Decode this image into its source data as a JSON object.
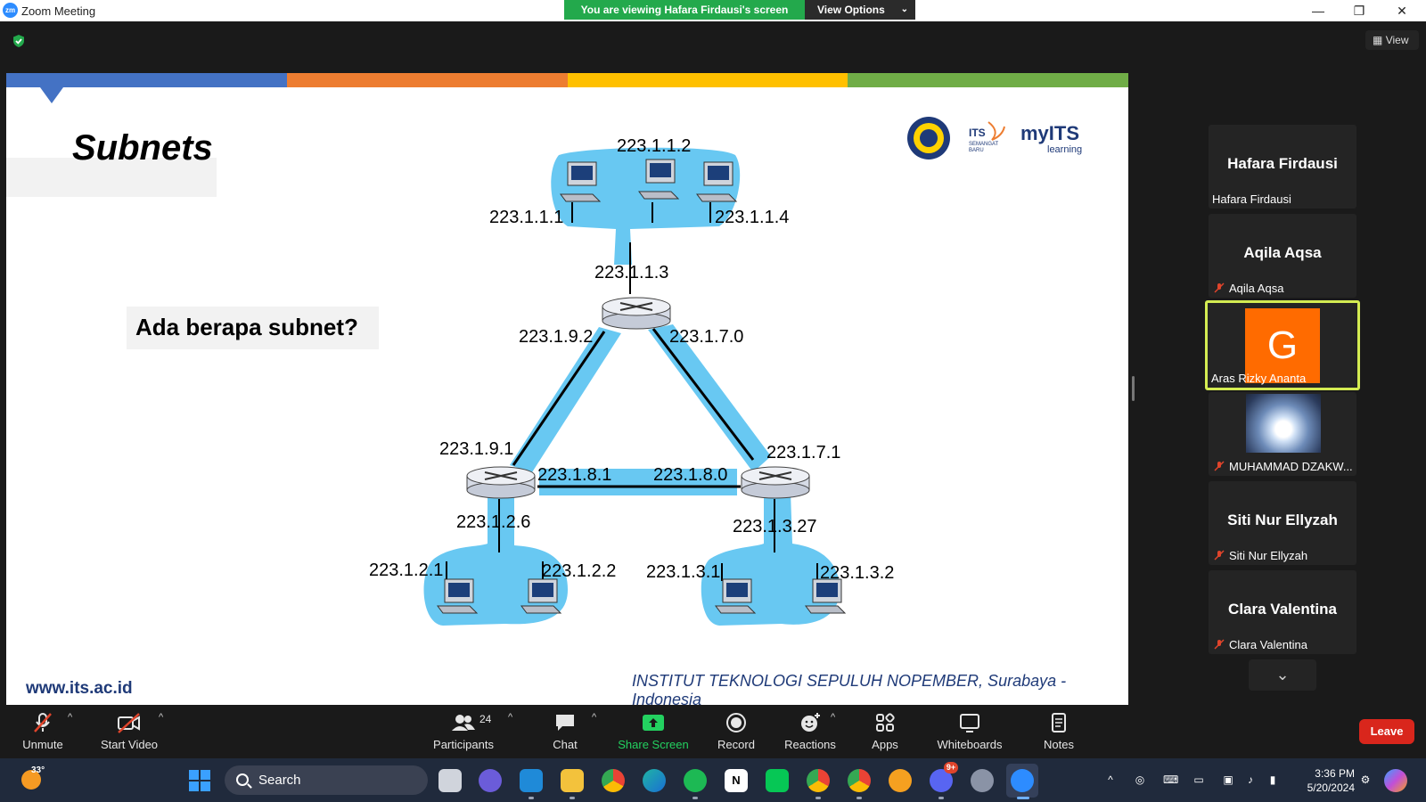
{
  "window": {
    "title": "Zoom Meeting",
    "app_icon": "zm",
    "controls": {
      "minimize": "—",
      "restore": "❐",
      "close": "✕"
    }
  },
  "banner": {
    "viewing_text": "You are viewing Hafara Firdausi's screen",
    "view_options_label": "View Options",
    "accent_color": "#23a94c"
  },
  "view_button_label": "View",
  "slide": {
    "title": "Subnets",
    "question": "Ada berapa subnet?",
    "website": "www.its.ac.id",
    "footer": "INSTITUT TEKNOLOGI SEPULUH NOPEMBER, Surabaya - Indonesia",
    "color_bar": [
      "#4472c4",
      "#ed7d31",
      "#ffc000",
      "#70ad47"
    ],
    "logos": {
      "its_seal": "its-seal-icon",
      "its_semangat": "ITS SEMANGAT BARU",
      "myits": "myITS",
      "myits_sub": "learning"
    },
    "diagram_labels": {
      "top_lan": "223.1.1.2",
      "top_left": "223.1.1.1",
      "top_right": "223.1.1.4",
      "top_router": "223.1.1.3",
      "left_link_top": "223.1.9.2",
      "right_link_top": "223.1.7.0",
      "left_link_bottom": "223.1.9.1",
      "right_link_bottom": "223.1.7.1",
      "bottom_link_left": "223.1.8.1",
      "bottom_link_right": "223.1.8.0",
      "left_router_lan": "223.1.2.6",
      "right_router_lan": "223.1.3.27",
      "left_lan_1": "223.1.2.1",
      "left_lan_2": "223.1.2.2",
      "right_lan_1": "223.1.3.1",
      "right_lan_2": "223.1.3.2"
    }
  },
  "participants": [
    {
      "tile_name": "Hafara Firdausi",
      "label": "Hafara Firdausi",
      "muted": false
    },
    {
      "tile_name": "Aqila Aqsa",
      "label": "Aqila Aqsa",
      "muted": true
    },
    {
      "avatar_letter": "G",
      "label": "Aras Rizky Ananta",
      "muted": false,
      "active_speaker": true
    },
    {
      "label": "MUHAMMAD DZAKW...",
      "muted": true,
      "has_photo": true
    },
    {
      "tile_name": "Siti Nur Ellyzah",
      "label": "Siti Nur Ellyzah",
      "muted": true
    },
    {
      "tile_name": "Clara Valentina",
      "label": "Clara Valentina",
      "muted": true
    }
  ],
  "toolbar": {
    "unmute": "Unmute",
    "start_video": "Start Video",
    "participants": "Participants",
    "participants_count": "24",
    "chat": "Chat",
    "share_screen": "Share Screen",
    "record": "Record",
    "reactions": "Reactions",
    "apps": "Apps",
    "whiteboards": "Whiteboards",
    "notes": "Notes",
    "leave": "Leave"
  },
  "taskbar": {
    "weather_temp": "33°",
    "search_placeholder": "Search",
    "time": "3:36 PM",
    "date": "5/20/2024",
    "notification_badge": "9+"
  }
}
